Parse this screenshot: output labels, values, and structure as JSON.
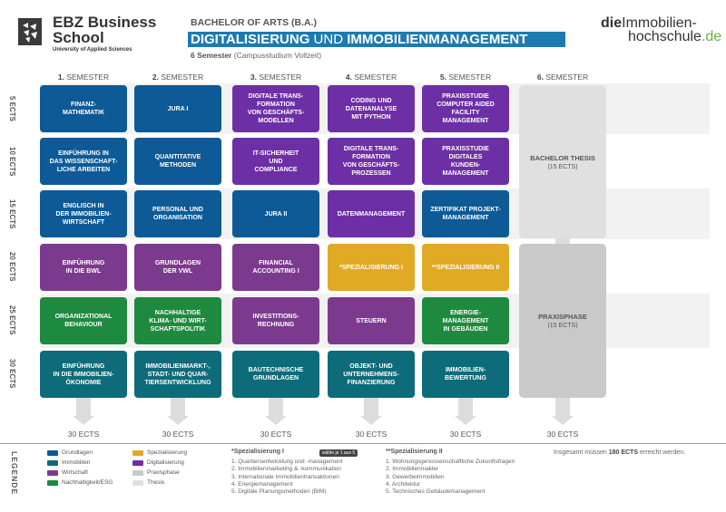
{
  "header": {
    "school_name_1": "EBZ Business",
    "school_name_2": "School",
    "school_sub": "University of Applied Sciences",
    "degree": "BACHELOR OF ARTS (B.A.)",
    "title_bold_1": "DIGITALISIERUNG",
    "title_thin": " UND ",
    "title_bold_2": "IMMOBILIENMANAGEMENT",
    "semester_bold": "6 Semester",
    "semester_rest": " (Campusstudium Vollzeit)",
    "brand_1": "die",
    "brand_2": "Immobilien-",
    "brand_3": "hochschule",
    "brand_4": ".de"
  },
  "semester_num": [
    "1.",
    "2.",
    "3.",
    "4.",
    "5.",
    "6."
  ],
  "semester_word": "SEMESTER",
  "ects_labels": [
    "5 ECTS",
    "10 ECTS",
    "15 ECTS",
    "20 ECTS",
    "25 ECTS",
    "30 ECTS"
  ],
  "colors": {
    "grundlagen": "#0d5a97",
    "immobilien": "#0e6b79",
    "wirtschaft": "#7c3a8e",
    "nachhaltigkeit": "#1e8a3f",
    "spezialisierung": "#e0aa25",
    "digitalisierung": "#6d2fa5",
    "praxisphase": "#c9c9c9",
    "thesis": "#e0e0e0"
  },
  "modules": {
    "s1": [
      "FINANZ-\nMATHEMATIK",
      "EINFÜHRUNG IN\nDAS WISSENSCHAFT-\nLICHE ARBEITEN",
      "ENGLISCH IN\nDER IMMOBILIEN-\nWIRTSCHAFT",
      "EINFÜHRUNG\nIN DIE BWL",
      "ORGANIZATIONAL\nBEHAVIOUR",
      "EINFÜHRUNG\nIN DIE IMMOBILIEN-\nÖKONOMIE"
    ],
    "s2": [
      "JURA I",
      "QUANTITATIVE\nMETHODEN",
      "PERSONAL UND\nORGANISATION",
      "GRUNDLAGEN\nDER VWL",
      "NACHHALTIGE\nKLIMA- UND WIRT-\nSCHAFTSPOLITIK",
      "IMMOBILIENMARKT-,\nSTADT- UND QUAR-\nTIERSENTWICKLUNG"
    ],
    "s3": [
      "DIGITALE TRANS-\nFORMATION\nVON GESCHÄFTS-\nMODELLEN",
      "IT-SICHERHEIT\nUND\nCOMPLIANCE",
      "JURA II",
      "FINANCIAL\nACCOUNTING I",
      "INVESTITIONS-\nRECHNUNG",
      "BAUTECHNISCHE\nGRUNDLAGEN"
    ],
    "s4": [
      "CODING UND\nDATENANALYSE\nMIT PYTHON",
      "DIGITALE TRANS-\nFORMATION\nVON GESCHÄFTS-\nPROZESSEN",
      "DATENMANAGEMENT",
      "*SPEZIALISIERUNG I",
      "STEUERN",
      "OBJEKT- UND\nUNTERNEHMENS-\nFINANZIERUNG"
    ],
    "s5": [
      "PRAXISSTUDIE\nCOMPUTER AIDED\nFACILITY\nMANAGEMENT",
      "PRAXISSTUDIE\nDIGITALES\nKUNDEN-\nMANAGEMENT",
      "ZERTIFIKAT PROJEKT-\nMANAGEMENT",
      "**SPEZIALISIERUNG II",
      "ENERGIE-\nMANAGEMENT\nIN GEBÄUDEN",
      "IMMOBILIEN-\nBEWERTUNG"
    ]
  },
  "sem6": {
    "thesis_title": "BACHELOR THESIS",
    "thesis_ects": "(15 ECTS)",
    "praxis_title": "PRAXISPHASE",
    "praxis_ects": "(15 ECTS)"
  },
  "totals": [
    "30 ECTS",
    "30 ECTS",
    "30 ECTS",
    "30 ECTS",
    "30 ECTS",
    "30 ECTS"
  ],
  "legend": {
    "title": "LEGENDE",
    "items": [
      "Grundlagen",
      "Immobilien",
      "Wirtschaft",
      "Nachhaltigkeit/ESG",
      "Spezialisierung",
      "Digitalisierung",
      "Praxisphase",
      "Thesis"
    ],
    "spec1_title": "*Spezialisierung I",
    "spec1_badge": "wähle je 1 aus 5",
    "spec1_items": [
      "1.  Quartiersentwicklung und -management",
      "2.  Immobilienmarketing & -kommunikation",
      "3.  Internationale Immobilientransaktionen",
      "4.  Energiemanagement",
      "5.  Digitale Planungsmethoden (BIM)"
    ],
    "spec2_title": "**Spezialisierung II",
    "spec2_items": [
      "1.  Wohnungsgenossenschaftliche Zukunftsfragen",
      "2.  Immobilienmakler",
      "3.  Gewerbeimmobilien",
      "4.  Architektur",
      "5.  Technisches Gebäudemanagement"
    ],
    "note_pre": "Insgesamt müssen ",
    "note_bold": "180 ECTS",
    "note_post": " erreicht werden."
  }
}
